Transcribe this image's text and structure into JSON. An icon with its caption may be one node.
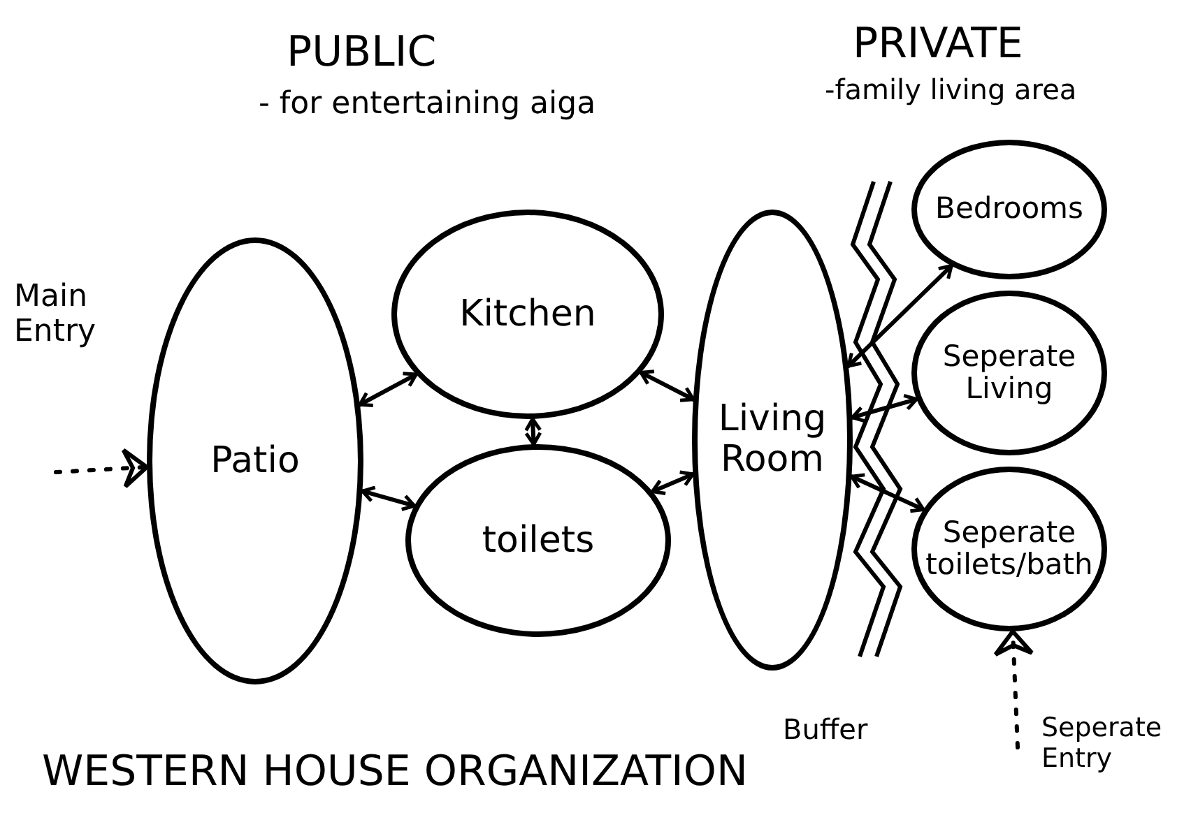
{
  "diagram": {
    "title": "WESTERN HOUSE ORGANIZATION",
    "nodes": [
      {
        "text": [
          "Patio"
        ]
      },
      {
        "text": [
          "Kitchen"
        ]
      },
      {
        "text": [
          "toilets"
        ]
      },
      {
        "text": [
          "Living Room"
        ]
      },
      {
        "text": [
          "Bedrooms"
        ]
      },
      {
        "text": [
          "Seperate Living"
        ]
      },
      {
        "text": [
          "Seperate toilets/bath"
        ]
      }
    ],
    "edges": [
      {
        "from": null,
        "to": 0,
        "arrow": "to",
        "style": "dashed"
      },
      {
        "from": 0,
        "to": 1,
        "arrow": "both"
      },
      {
        "from": 0,
        "to": 2,
        "arrow": "both"
      },
      {
        "from": 1,
        "to": 2,
        "arrow": "both"
      },
      {
        "from": 1,
        "to": 3,
        "arrow": "both"
      },
      {
        "from": 2,
        "to": 3,
        "arrow": "both"
      },
      {
        "from": 3,
        "to": 4,
        "arrow": "both"
      },
      {
        "from": 3,
        "to": 5,
        "arrow": "both"
      },
      {
        "from": 3,
        "to": 6,
        "arrow": "both"
      },
      {
        "from": null,
        "to": 6,
        "arrow": "to",
        "style": "dashed"
      }
    ],
    "labels": [
      "PUBLIC",
      "- for entertaining aiga",
      "PRIVATE",
      "-family living area",
      "Main Entry",
      "Buffer",
      "Seperate Entry"
    ]
  }
}
